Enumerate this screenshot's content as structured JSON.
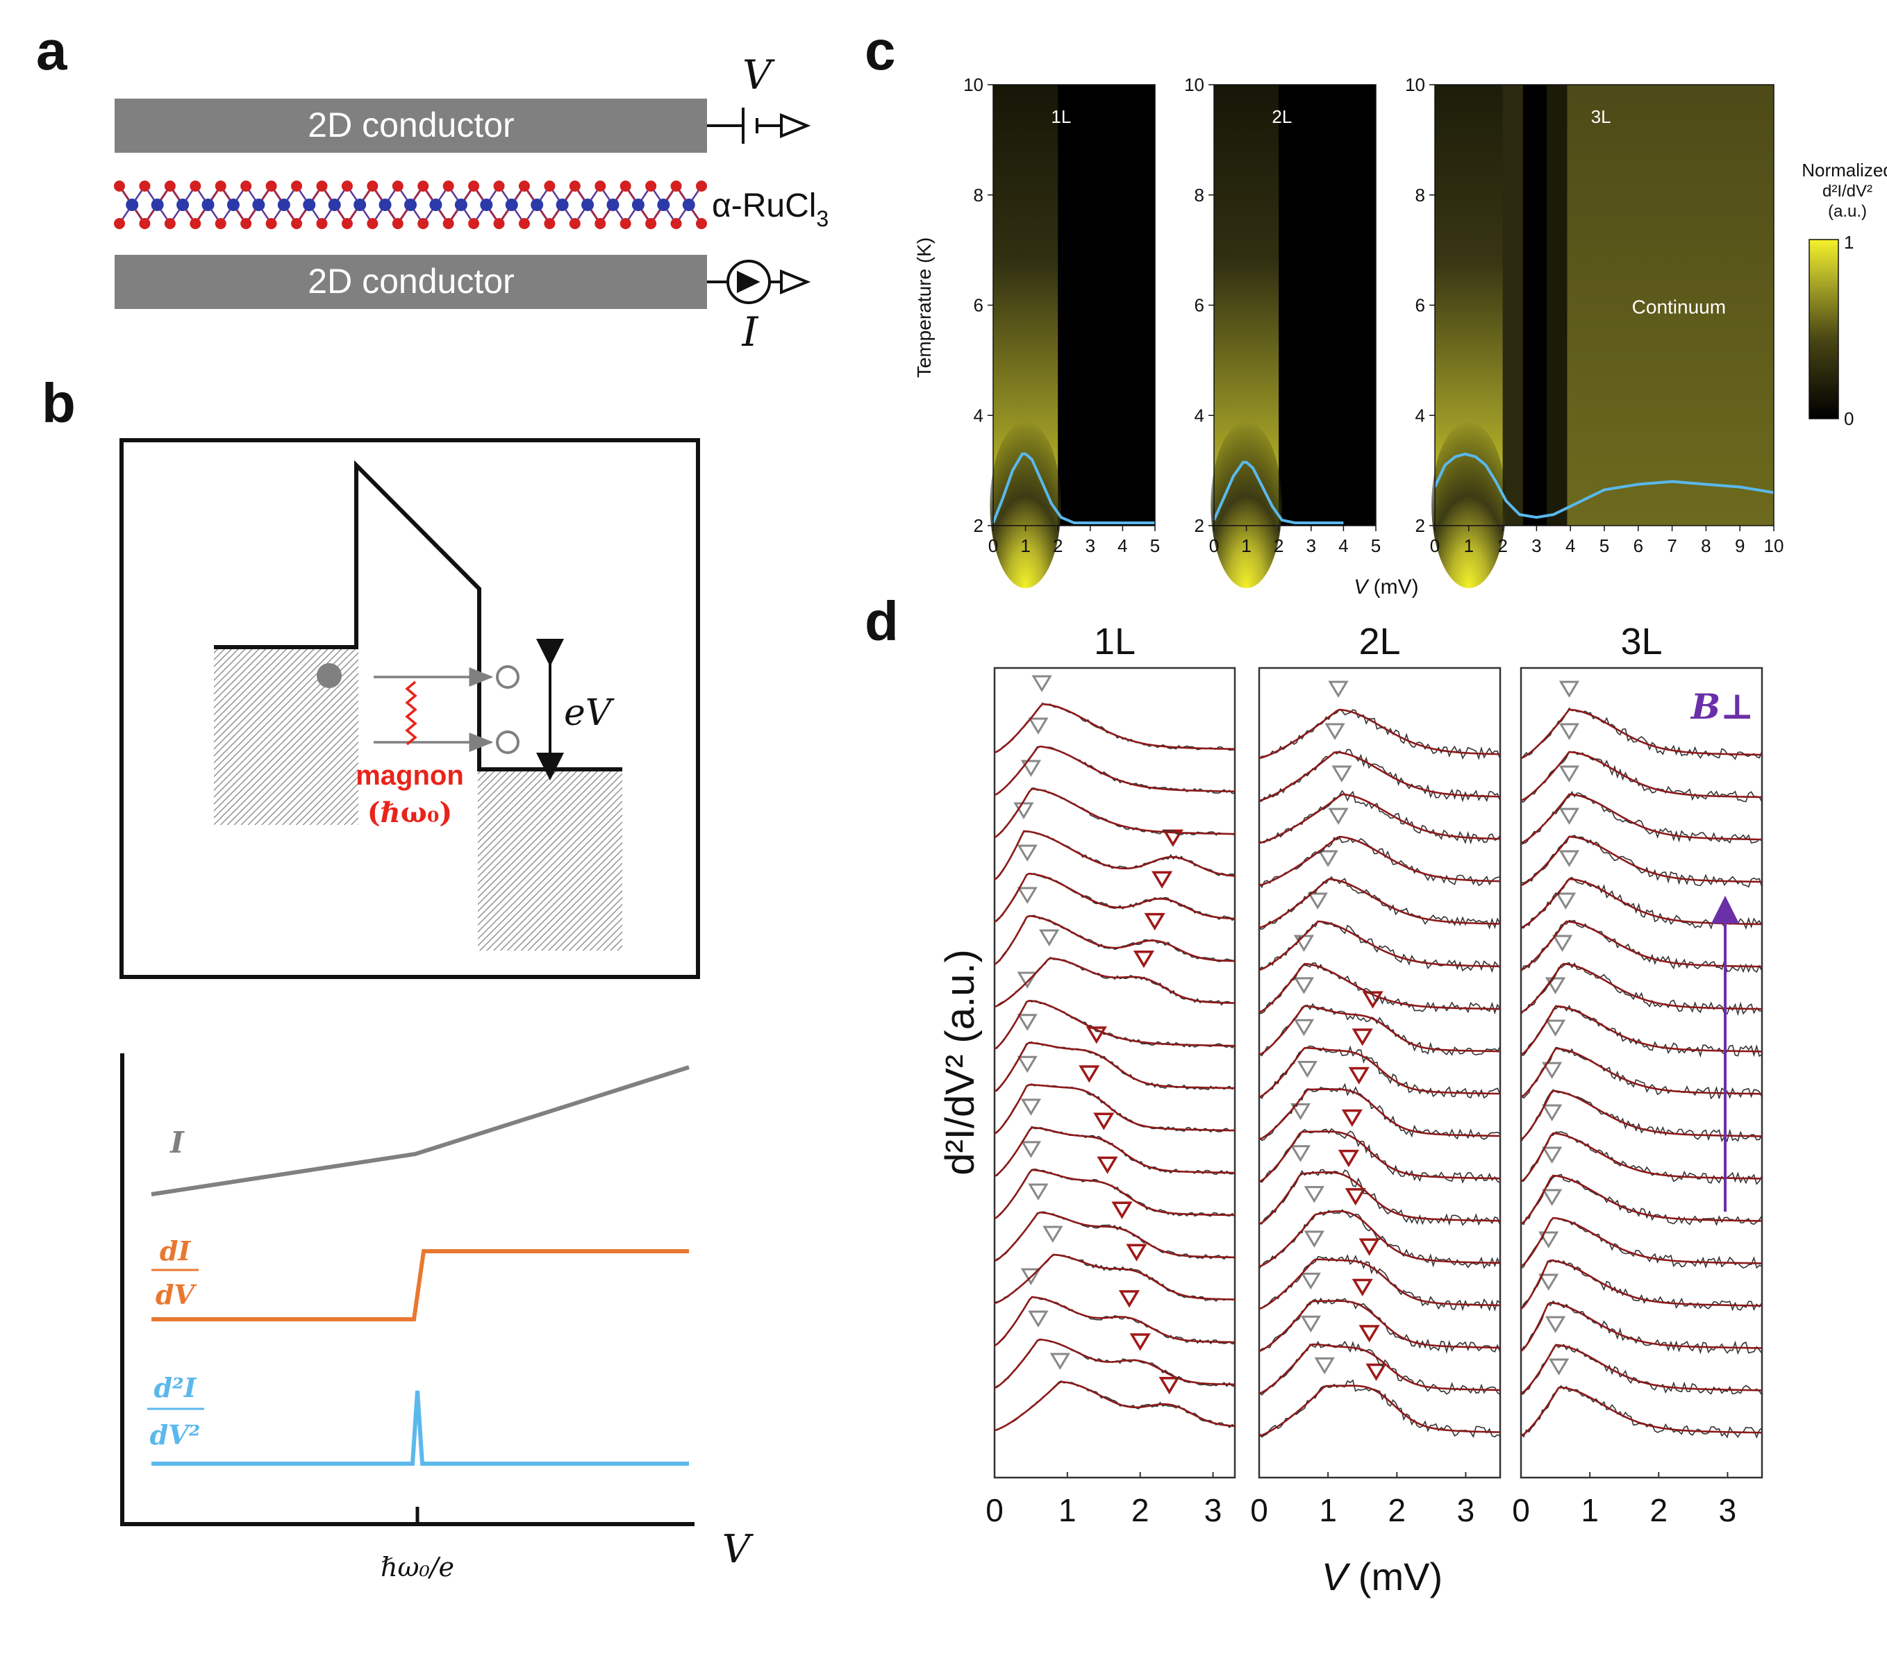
{
  "panel_a": {
    "letter": "a",
    "top_conductor": "2D conductor",
    "bottom_conductor": "2D conductor",
    "material_main": "α-RuCl",
    "material_sub": "3",
    "voltage_symbol": "V",
    "current_symbol": "I"
  },
  "panel_b": {
    "letter": "b",
    "magnon_label": "magnon",
    "magnon_energy": "(ℏω₀)",
    "bias_label": "eV",
    "curve_I": "I",
    "curve_dI_num": "dI",
    "curve_dI_den": "dV",
    "curve_d2I_num": "d²I",
    "curve_d2I_den": "dV²",
    "x_tick": "ℏω₀/e",
    "x_axis": "V",
    "colors": {
      "I": "#808080",
      "dIdV": "#E87830",
      "d2IdV2": "#5BB8EC",
      "magnon": "#E8241A"
    }
  },
  "panel_c": {
    "letter": "c",
    "ylabel": "Temperature (K)",
    "xlabel_var": "V",
    "xlabel_unit": " (mV)",
    "colorbar_title": [
      "Normalized",
      "d²I/dV²",
      "(a.u.)"
    ],
    "colorbar_max": "1",
    "colorbar_min": "0",
    "continuum_label": "Continuum",
    "colorbar_colors": {
      "high": "#F4F22A",
      "mid": "#6D6A1E",
      "low": "#000000"
    },
    "line_color": "#5BB8EC"
  },
  "panel_d": {
    "letter": "d",
    "ylabel": "d²I/dV² (a.u.)",
    "xlabel_var": "V",
    "xlabel_unit": " (mV)",
    "field_label": "B⊥",
    "colors": {
      "data": "#333333",
      "fit": "#8B1A1A",
      "arrow": "#6B2FA8",
      "gray_marker": "#888888",
      "red_marker": "#A01818"
    }
  },
  "chart_data": [
    {
      "type": "heatmap",
      "title": "1L",
      "ylabel": "Temperature (K)",
      "xlabel": "V (mV)",
      "xlim": [
        0,
        5
      ],
      "ylim": [
        2,
        10
      ],
      "xticks": [
        "0",
        "1",
        "2",
        "3",
        "4",
        "5"
      ],
      "yticks": [
        "2",
        "4",
        "6",
        "8",
        "10"
      ],
      "peak_V": 1.0,
      "linecut": {
        "x": [
          0,
          0.3,
          0.6,
          0.9,
          1.0,
          1.2,
          1.5,
          1.8,
          2.1,
          2.5,
          3,
          4,
          5
        ],
        "y": [
          2.05,
          2.5,
          3.0,
          3.3,
          3.3,
          3.2,
          2.8,
          2.4,
          2.15,
          2.05,
          2.05,
          2.05,
          2.05
        ]
      }
    },
    {
      "type": "heatmap",
      "title": "2L",
      "ylabel": "Temperature (K)",
      "xlabel": "V (mV)",
      "xlim": [
        0,
        5
      ],
      "ylim": [
        2,
        10
      ],
      "xticks": [
        "0",
        "1",
        "2",
        "3",
        "4",
        "5"
      ],
      "yticks": [
        "2",
        "4",
        "6",
        "8",
        "10"
      ],
      "peak_V": 1.0,
      "linecut": {
        "x": [
          0,
          0.3,
          0.6,
          0.9,
          1.0,
          1.2,
          1.5,
          1.8,
          2.1,
          2.5,
          3,
          4
        ],
        "y": [
          2.1,
          2.5,
          2.9,
          3.15,
          3.15,
          3.05,
          2.7,
          2.35,
          2.1,
          2.05,
          2.05,
          2.05
        ]
      }
    },
    {
      "type": "heatmap",
      "title": "3L",
      "ylabel": "Temperature (K)",
      "xlabel": "V (mV)",
      "xlim": [
        0,
        10
      ],
      "ylim": [
        2,
        10
      ],
      "xticks": [
        "0",
        "1",
        "2",
        "3",
        "4",
        "5",
        "6",
        "7",
        "8",
        "9",
        "10"
      ],
      "yticks": [
        "2",
        "4",
        "6",
        "8",
        "10"
      ],
      "peak_V": 1.0,
      "linecut": {
        "x": [
          0,
          0.3,
          0.6,
          0.9,
          1.2,
          1.5,
          1.8,
          2.1,
          2.5,
          3,
          3.5,
          4,
          4.5,
          5,
          6,
          7,
          8,
          9,
          10
        ],
        "y": [
          2.7,
          3.1,
          3.25,
          3.3,
          3.25,
          3.1,
          2.8,
          2.45,
          2.2,
          2.15,
          2.2,
          2.35,
          2.5,
          2.65,
          2.75,
          2.8,
          2.75,
          2.7,
          2.6
        ]
      }
    },
    {
      "type": "line",
      "title": "1L",
      "xlabel": "V (mV)",
      "ylabel": "d²I/dV² (a.u.)",
      "xlim": [
        0,
        3.3
      ],
      "xticks": [
        "0",
        "1",
        "2",
        "3"
      ],
      "n_traces": 17,
      "gray_markers_mV": [
        0.9,
        0.6,
        0.5,
        0.8,
        0.6,
        0.5,
        0.5,
        0.45,
        0.45,
        0.45,
        0.75,
        0.45,
        0.45,
        0.4,
        0.5,
        0.6,
        0.65
      ],
      "red_markers_mV": [
        2.4,
        2.0,
        1.85,
        1.95,
        1.75,
        1.55,
        1.5,
        1.3,
        1.4,
        null,
        2.05,
        2.2,
        2.3,
        2.45,
        null,
        null,
        null
      ]
    },
    {
      "type": "line",
      "title": "2L",
      "xlabel": "V (mV)",
      "ylabel": "d²I/dV² (a.u.)",
      "xlim": [
        0,
        3.5
      ],
      "xticks": [
        "0",
        "1",
        "2",
        "3"
      ],
      "n_traces": 17,
      "gray_markers_mV": [
        0.95,
        0.75,
        0.75,
        0.8,
        0.8,
        0.6,
        0.6,
        0.7,
        0.65,
        0.65,
        0.65,
        0.85,
        1.0,
        1.15,
        1.2,
        1.1,
        1.15
      ],
      "red_markers_mV": [
        1.7,
        1.6,
        1.5,
        1.6,
        1.4,
        1.3,
        1.35,
        1.45,
        1.5,
        1.65,
        null,
        null,
        null,
        null,
        null,
        null,
        null
      ]
    },
    {
      "type": "line",
      "title": "3L",
      "xlabel": "V (mV)",
      "ylabel": "d²I/dV² (a.u.)",
      "xlim": [
        0,
        3.5
      ],
      "xticks": [
        "0",
        "1",
        "2",
        "3"
      ],
      "n_traces": 17,
      "gray_markers_mV": [
        0.55,
        0.5,
        0.4,
        0.4,
        0.45,
        0.45,
        0.45,
        0.45,
        0.5,
        0.5,
        0.6,
        0.65,
        0.7,
        0.7,
        0.7,
        0.7,
        0.7
      ],
      "red_markers_mV": []
    }
  ]
}
